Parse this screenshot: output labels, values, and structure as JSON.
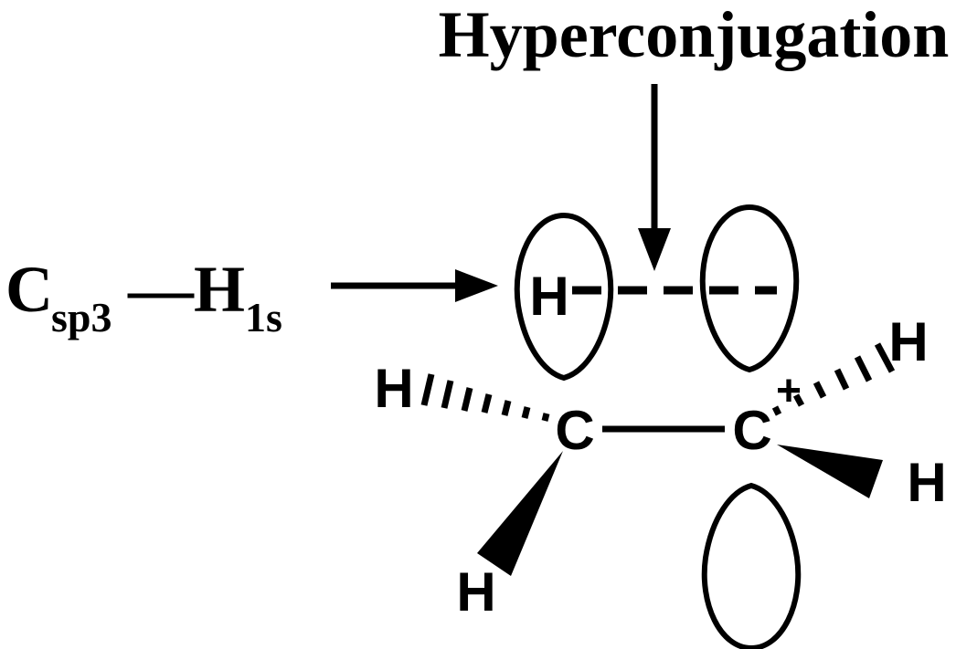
{
  "title": "Hyperconjugation",
  "bond_label": {
    "carbon": "C",
    "carbon_subscript": "sp3",
    "dash_hydrogen": "—H",
    "hydrogen_subscript": "1s"
  },
  "orbital_region": {
    "hydrogen": "H"
  },
  "molecule": {
    "left_carbon": "C",
    "right_carbon": "C",
    "charge": "+",
    "hydrogen_upper_left": "H",
    "hydrogen_lower_left": "H",
    "hydrogen_upper_right": "H",
    "hydrogen_lower_right": "H"
  },
  "colors": {
    "ink": "#000000",
    "background": "#ffffff"
  }
}
